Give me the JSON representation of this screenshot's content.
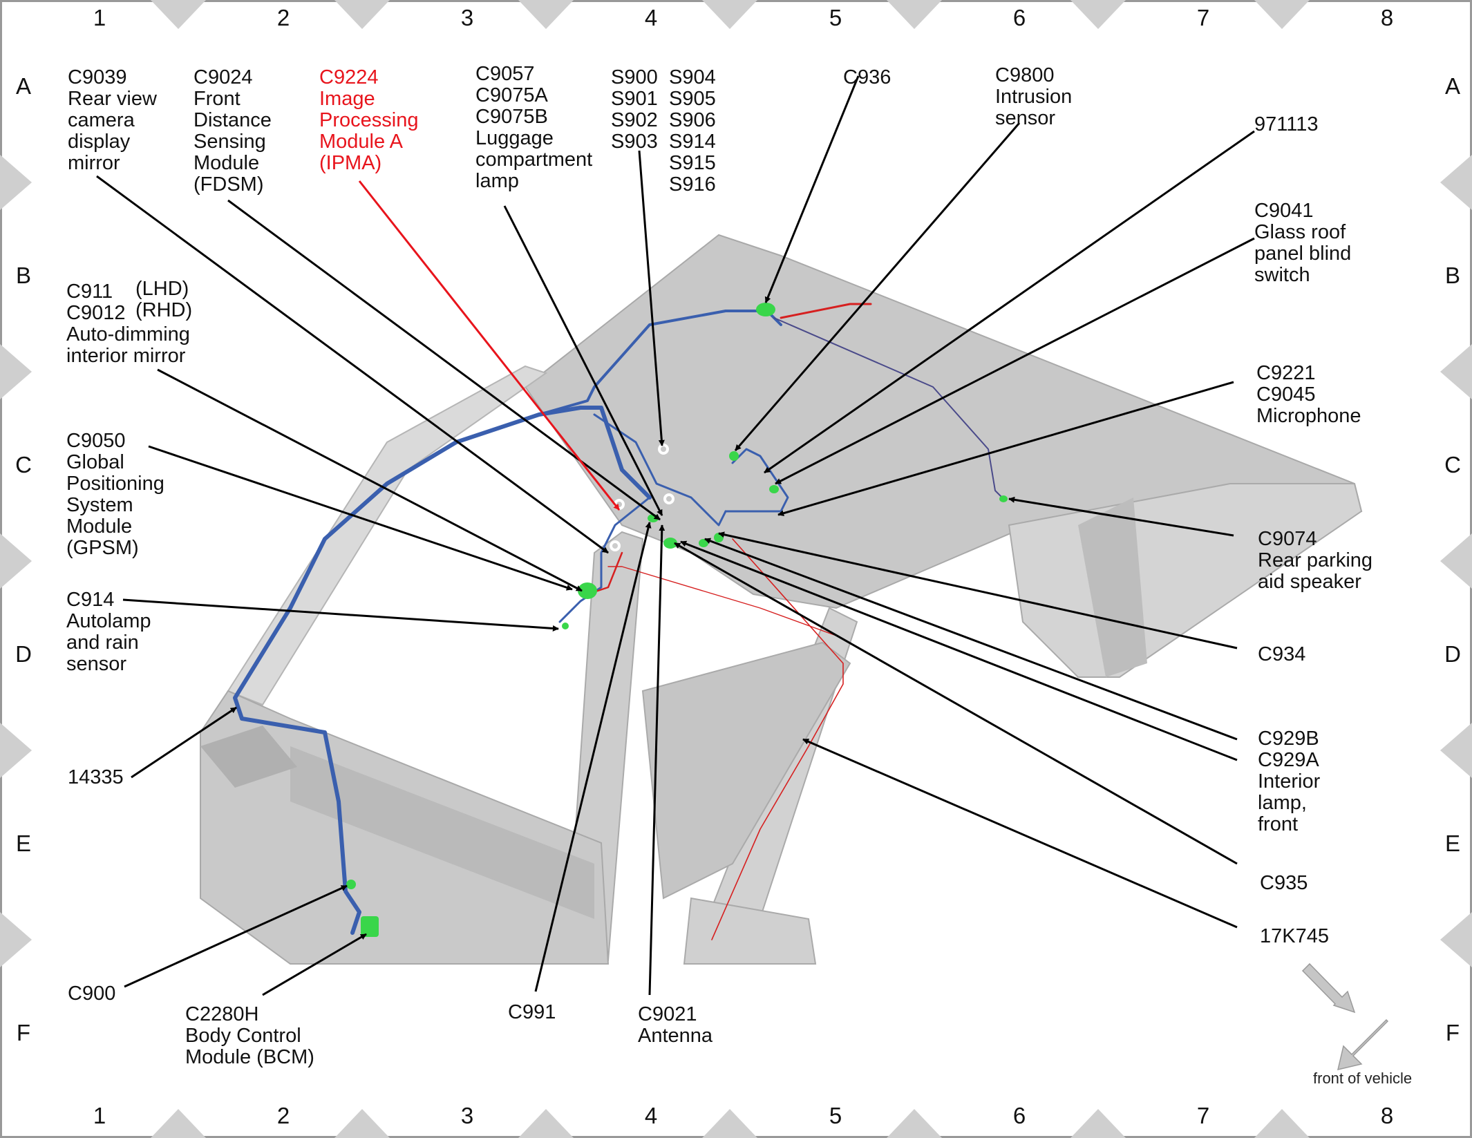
{
  "grid": {
    "columns": [
      "1",
      "2",
      "3",
      "4",
      "5",
      "6",
      "7",
      "8"
    ],
    "rows": [
      "A",
      "B",
      "C",
      "D",
      "E",
      "F"
    ]
  },
  "colors": {
    "harness_blue": "#3a5fae",
    "harness_red": "#d62020",
    "connector_green": "#39d64a",
    "highlight_red": "#e8141c",
    "vehicle_body": "#cfcfcf"
  },
  "labels": {
    "c9039": "C9039\nRear view\ncamera\ndisplay\nmirror",
    "c9024": "C9024\nFront\nDistance\nSensing\nModule\n(FDSM)",
    "c9224": "C9224\nImage\nProcessing\nModule A\n(IPMA)",
    "c9057": "C9057\nC9075A\nC9075B\nLuggage\ncompartment\nlamp",
    "s_col1": "S900\nS901\nS902\nS903",
    "s_col2": "S904\nS905\nS906\nS914\nS915\nS916",
    "c936": "C936",
    "c9800": "C9800\nIntrusion\nsensor",
    "n971113": "971113",
    "c9041": "C9041\nGlass roof\npanel blind\nswitch",
    "c911": "C911\nC9012",
    "lhd_rhd": "(LHD)\n(RHD)",
    "autodim": "Auto-dimming\ninterior mirror",
    "c9221": "C9221\nC9045\nMicrophone",
    "c9050": "C9050\nGlobal\nPositioning\nSystem\nModule\n(GPSM)",
    "c9074": "C9074\nRear parking\naid speaker",
    "c914": "C914\nAutolamp\nand rain\nsensor",
    "c934": "C934",
    "n14335": "14335",
    "c929": "C929B\nC929A\nInterior\nlamp,\nfront",
    "c935": "C935",
    "n17k745": "17K745",
    "c900": "C900",
    "c2280h": "C2280H\nBody Control\nModule (BCM)",
    "c991": "C991",
    "c9021": "C9021\nAntenna"
  },
  "front_indicator": {
    "label": "front of vehicle",
    "icon": "front-arrow-icon"
  }
}
